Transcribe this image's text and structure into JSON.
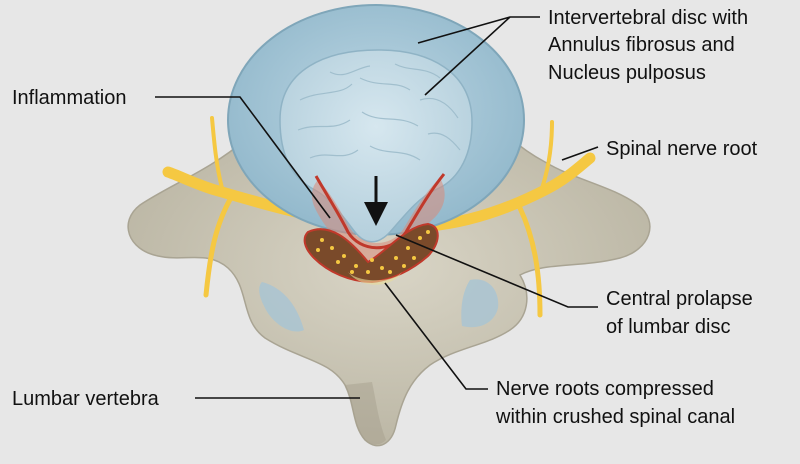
{
  "labels": {
    "disc_line1": "Intervertebral disc with",
    "disc_line2": "Annulus fibrosus and",
    "disc_line3": "Nucleus pulposus",
    "inflammation": "Inflammation",
    "nerve_root": "Spinal nerve root",
    "prolapse_line1": "Central prolapse",
    "prolapse_line2": "of lumbar disc",
    "compressed_line1": "Nerve roots compressed",
    "compressed_line2": "within crushed spinal canal",
    "vertebra": "Lumbar vertebra"
  },
  "colors": {
    "background": "#e7e7e7",
    "bone": "#cbc6b5",
    "bone_shadow": "#a9a493",
    "annulus": "#a8c9d8",
    "nucleus": "#c4dbe6",
    "nerve": "#f5c842",
    "inflammation": "#c0392b",
    "compressed_roots": "#7a4a2a",
    "leader_line": "#111111"
  }
}
